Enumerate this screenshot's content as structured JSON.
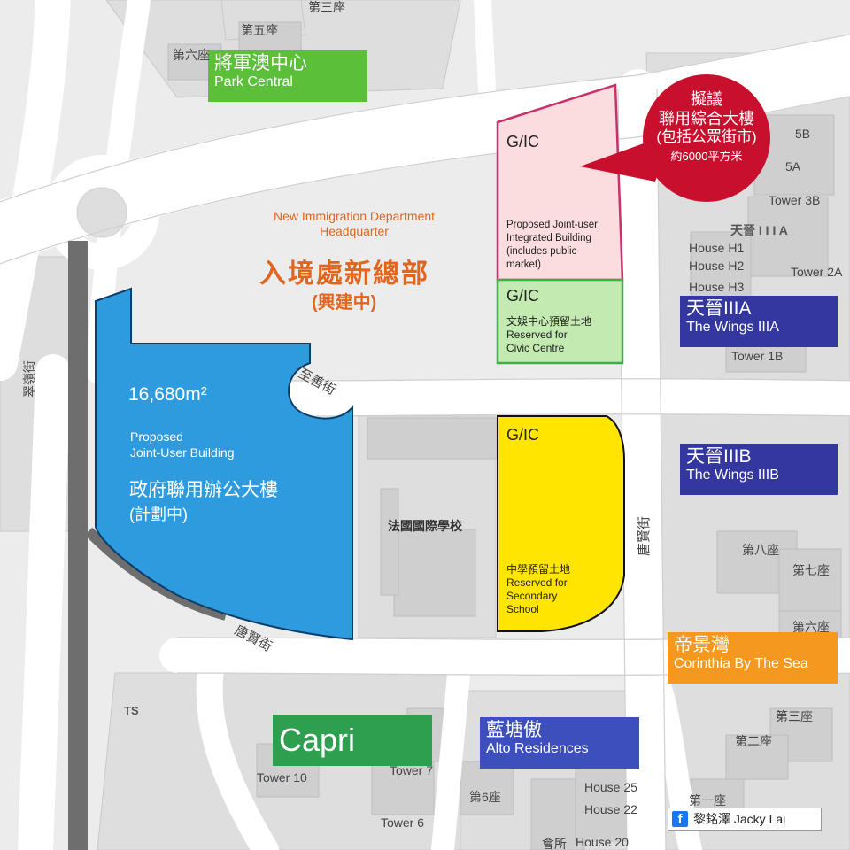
{
  "labels": {
    "park_central": {
      "zh": "將軍澳中心",
      "en": "Park Central"
    },
    "wings_iiia": {
      "zh": "天晉IIIA",
      "en": "The Wings IIIA"
    },
    "wings_iiib": {
      "zh": "天晉IIIB",
      "en": "The Wings IIIB"
    },
    "corinthia": {
      "zh": "帝景灣",
      "en": "Corinthia By The Sea"
    },
    "capri": {
      "name": "Capri"
    },
    "alto": {
      "zh": "藍塘傲",
      "en": "Alto Residences"
    }
  },
  "callout": {
    "line1": "擬議",
    "line2": "聯用綜合大樓",
    "line3": "(包括公眾街市)",
    "line4": "約6000平方米"
  },
  "immigration": {
    "en1": "New Immigration Department",
    "en2": "Headquarter",
    "zh": "入境處新總部",
    "status": "(興建中)"
  },
  "plots": {
    "gic_pink": {
      "title": "G/IC",
      "desc1": "Proposed Joint-user",
      "desc2": "Integrated Building",
      "desc3": "(includes public",
      "desc4": "market)"
    },
    "gic_green": {
      "title": "G/IC",
      "zh": "文娛中心預留土地",
      "en1": "Reserved for",
      "en2": "Civic Centre"
    },
    "gic_yellow": {
      "title": "G/IC",
      "zh": "中學預留土地",
      "en1": "Reserved for",
      "en2": "Secondary",
      "en3": "School"
    },
    "blue": {
      "area": "16,680m²",
      "en1": "Proposed",
      "en2": "Joint-User Building",
      "zh": "政府聯用辦公大樓",
      "status": "(計劃中)"
    }
  },
  "streets": {
    "chi_shin": "至善街",
    "tong_yin_top": "唐賢街",
    "tong_yin_bottom": "唐賢街",
    "chui_ling": "翠嶺街"
  },
  "places": {
    "french_school": "法國國際學校",
    "ts": "TS"
  },
  "buildings": {
    "b_3rd_top": "第三座",
    "b_5th": "第五座",
    "b_6th_top": "第六座",
    "tower_3b": "Tower 3B",
    "tower_2a": "Tower 2A",
    "tower_1b": "Tower 1B",
    "wings_iiia_small": "天晉 I I I A",
    "house_h1": "House H1",
    "house_h2": "House H2",
    "house_h3": "House H3",
    "b5b": "5B",
    "b5a": "5A",
    "b_8th": "第八座",
    "b_7th": "第七座",
    "b_6th_right": "第六座",
    "b_3rd_right": "第三座",
    "b_2nd": "第二座",
    "b_1st": "第一座",
    "tower_10": "Tower 10",
    "tower_7": "Tower 7",
    "tower_6": "Tower 6",
    "b_6th_bottom": "第6座",
    "house_25": "House 25",
    "house_22": "House 22",
    "house_20": "House 20",
    "clubhouse": "會所"
  },
  "credit": {
    "name": "黎銘澤 Jacky Lai"
  },
  "colors": {
    "green": "#5bbf3a",
    "navy": "#33379f",
    "orange": "#f5981f",
    "capri_green": "#2e9e4f",
    "blue_box": "#3d4fbd",
    "red": "#c8102e",
    "pink": "#fbdde0",
    "pink_border": "#c8316a",
    "light_green": "#c3eab1",
    "green_border": "#3fae49",
    "yellow": "#ffe500",
    "plot_blue": "#2f9bdf",
    "orange_text": "#e0661f"
  }
}
